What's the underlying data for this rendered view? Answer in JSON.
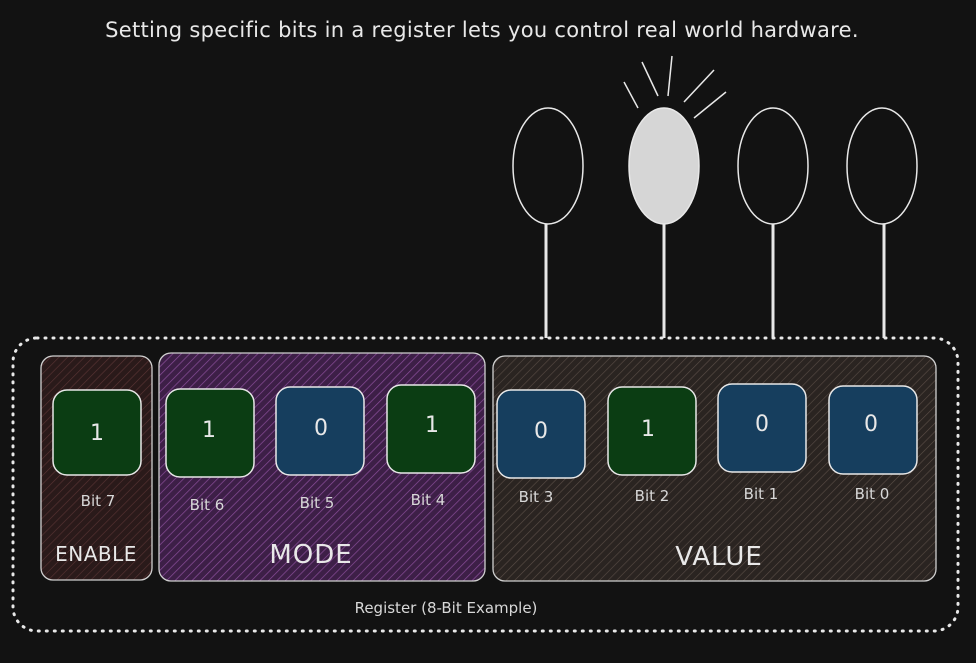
{
  "title": "Setting specific bits in a register lets you control real world hardware.",
  "register_label": "Register (8-Bit Example)",
  "groups": {
    "enable": "ENABLE",
    "mode": "MODE",
    "value": "VALUE"
  },
  "bits": [
    {
      "label": "Bit 7",
      "value": "1"
    },
    {
      "label": "Bit 6",
      "value": "1"
    },
    {
      "label": "Bit 5",
      "value": "0"
    },
    {
      "label": "Bit 4",
      "value": "1"
    },
    {
      "label": "Bit 3",
      "value": "0"
    },
    {
      "label": "Bit 2",
      "value": "1"
    },
    {
      "label": "Bit 1",
      "value": "0"
    },
    {
      "label": "Bit 0",
      "value": "0"
    }
  ],
  "lamps": [
    {
      "bit": "Bit 3",
      "lit": false
    },
    {
      "bit": "Bit 2",
      "lit": true
    },
    {
      "bit": "Bit 1",
      "lit": false
    },
    {
      "bit": "Bit 0",
      "lit": false
    }
  ],
  "colors": {
    "background": "#121212",
    "bit_one": "#0b3d13",
    "bit_zero": "#163e5e",
    "enable_group": "#3a1f1f",
    "mode_group": "#5a2a66",
    "value_group": "#3a302c",
    "lamp_lit": "#d6d6d6"
  }
}
